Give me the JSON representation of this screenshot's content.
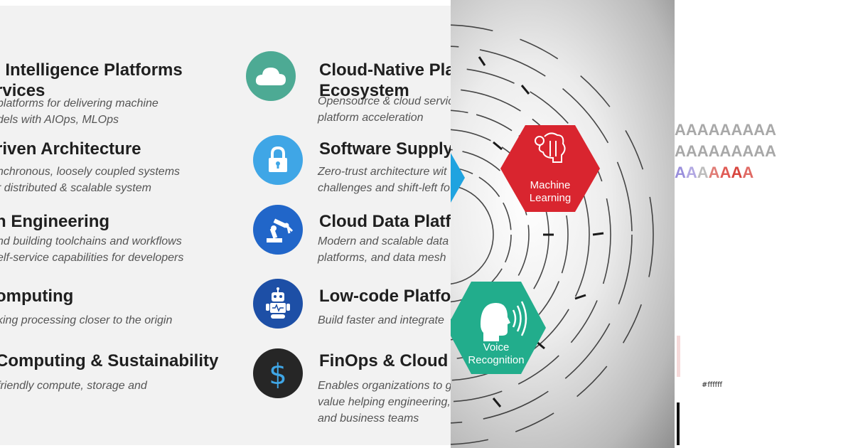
{
  "left_panel": {
    "items": [
      {
        "title": [
          "l Intelligence Platforms",
          "rvices"
        ],
        "desc": [
          "platforms for delivering machine",
          "dels with AIOps, MLOps"
        ]
      },
      {
        "title": [
          "riven Architecture"
        ],
        "desc": [
          "nchronous, loosely coupled systems",
          "r distributed & scalable system"
        ]
      },
      {
        "title": [
          "n Engineering"
        ],
        "desc": [
          "nd building toolchains and workflows",
          "elf-service capabilities for developers"
        ]
      },
      {
        "title": [
          "omputing"
        ],
        "desc": [
          "king processing closer to the origin"
        ]
      },
      {
        "title": [
          "Computing & Sustainability"
        ],
        "desc": [
          "friendly compute, storage and"
        ]
      }
    ],
    "items_right": [
      {
        "title": [
          "Cloud-Native Pla",
          "Ecosystem"
        ],
        "desc": [
          "Opensource & cloud servic",
          "platform acceleration"
        ],
        "icon": "cloud-icon",
        "color": "#4daa94"
      },
      {
        "title": [
          "Software Supply"
        ],
        "desc": [
          "Zero-trust architecture wit",
          "challenges and shift-left fo"
        ],
        "icon": "lock-icon",
        "color": "#3fa6e6"
      },
      {
        "title": [
          "Cloud Data Platf"
        ],
        "desc": [
          "Modern and scalable data",
          "platforms, and data mesh"
        ],
        "icon": "robot-arm-icon",
        "color": "#2166c9"
      },
      {
        "title": [
          "Low-code Platfo"
        ],
        "desc": [
          "Build faster and integrate"
        ],
        "icon": "robot-icon",
        "color": "#1d4fa6"
      },
      {
        "title": [
          "FinOps & Cloud"
        ],
        "desc": [
          "Enables organizations to g",
          "value helping engineering,",
          "and business teams"
        ],
        "icon": "dollar-icon",
        "color": "#262626"
      }
    ]
  },
  "middle_panel": {
    "hex_ml": {
      "label": [
        "Machine",
        "Learning"
      ],
      "color": "#d9252f",
      "icon": "brain-gear-icon"
    },
    "hex_voice": {
      "label": [
        "Voice",
        "Recognition"
      ],
      "color": "#22ad8c",
      "icon": "speaking-head-icon"
    }
  },
  "right_panel": {
    "rows": [
      "AAAAAAAAA",
      "AAAAAAAAA",
      "AAAAAAA"
    ],
    "row3_colors": [
      "#9a8fdc",
      "#b2a8e2",
      "#bdbdbd",
      "#e07c76",
      "#e05b55",
      "#d8453e",
      "#e06a64"
    ],
    "swatch_label": "#ffffff"
  }
}
